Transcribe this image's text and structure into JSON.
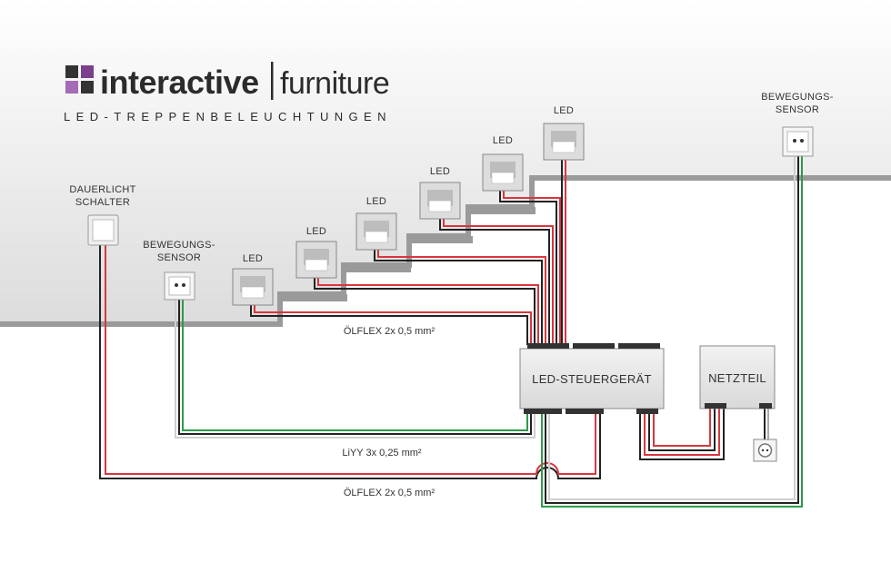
{
  "brand": {
    "name_part1": "interactive",
    "name_part2": "furniture",
    "tagline": "LED-TREPPENBELEUCHTUNGEN",
    "logo_colors": [
      "#333333",
      "#6d2f7a",
      "#9b59b6",
      "#333333"
    ]
  },
  "components": {
    "dauerlicht_line1": "DAUERLICHT",
    "dauerlicht_line2": "SCHALTER",
    "sensor_left_line1": "BEWEGUNGS-",
    "sensor_left_line2": "SENSOR",
    "sensor_right_line1": "BEWEGUNGS-",
    "sensor_right_line2": "SENSOR",
    "led_label": "LED",
    "controller": "LED-STEUERGERÄT",
    "psu": "NETZTEIL"
  },
  "cables": {
    "led_cable": "ÖLFLEX 2x 0,5 mm²",
    "sensor_cable": "LiYY 3x 0,25 mm²",
    "switch_cable": "ÖLFLEX 2x 0,5 mm²"
  },
  "wire_colors": {
    "red": "#d9363e",
    "black": "#222222",
    "green": "#2e9a4a",
    "white": "#d8d8d8",
    "step": "#9a9a9a"
  }
}
